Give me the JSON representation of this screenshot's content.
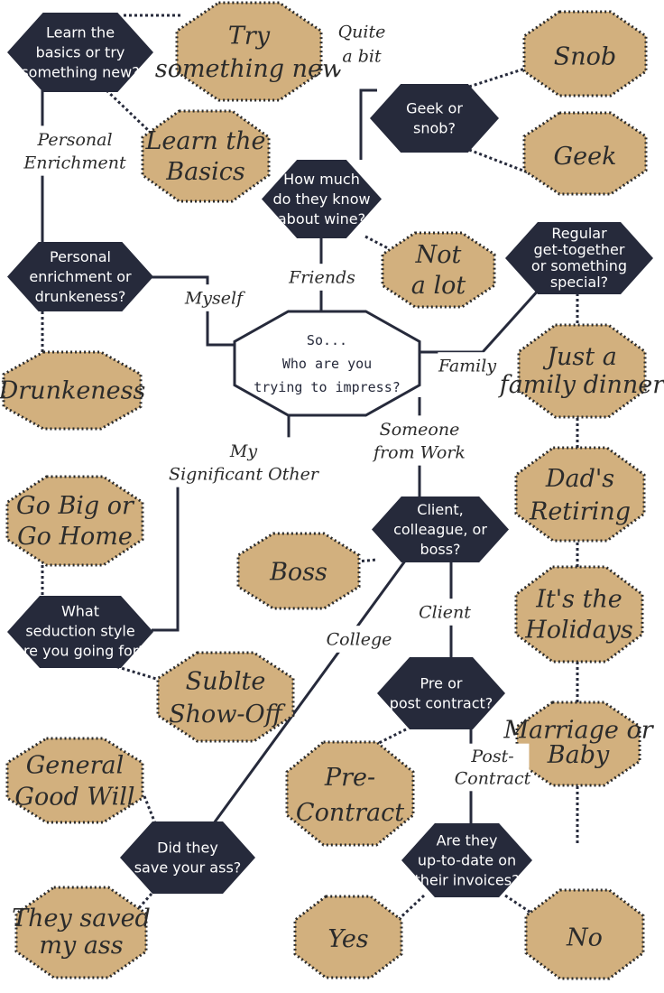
{
  "center": {
    "id": "start",
    "lines": [
      "So...",
      "Who are you",
      "trying to impress?"
    ]
  },
  "questions": [
    {
      "id": "basics",
      "lines": [
        "Learn the",
        "basics or try",
        "something new?"
      ]
    },
    {
      "id": "geek",
      "lines": [
        "Geek or",
        "snob?"
      ]
    },
    {
      "id": "knowwine",
      "lines": [
        "How much",
        "do they know",
        "about wine?"
      ]
    },
    {
      "id": "enrich",
      "lines": [
        "Personal",
        "enrichment or",
        "drunkeness?"
      ]
    },
    {
      "id": "family",
      "lines": [
        "Regular",
        "get-together",
        "or something",
        "special?"
      ]
    },
    {
      "id": "ccb",
      "lines": [
        "Client,",
        "colleague, or",
        "boss?"
      ]
    },
    {
      "id": "seduce",
      "lines": [
        "What",
        "seduction style",
        "are you going for?"
      ]
    },
    {
      "id": "contract",
      "lines": [
        "Pre or",
        "post contract?"
      ]
    },
    {
      "id": "saved",
      "lines": [
        "Did they",
        "save your ass?"
      ]
    },
    {
      "id": "invoices",
      "lines": [
        "Are they",
        "up-to-date on",
        "their invoices?"
      ]
    }
  ],
  "answers": [
    {
      "id": "trynew",
      "lines": [
        "Try",
        "something new"
      ]
    },
    {
      "id": "snob",
      "lines": [
        "Snob"
      ]
    },
    {
      "id": "learnbasics",
      "lines": [
        "Learn the",
        "Basics"
      ]
    },
    {
      "id": "geekans",
      "lines": [
        "Geek"
      ]
    },
    {
      "id": "notalot",
      "lines": [
        "Not",
        "a lot"
      ]
    },
    {
      "id": "familydinner",
      "lines": [
        "Just a",
        "family dinner"
      ]
    },
    {
      "id": "drunkeness",
      "lines": [
        "Drunkeness"
      ]
    },
    {
      "id": "gobig",
      "lines": [
        "Go Big or",
        "Go Home"
      ]
    },
    {
      "id": "dads",
      "lines": [
        "Dad's",
        "Retiring"
      ]
    },
    {
      "id": "boss",
      "lines": [
        "Boss"
      ]
    },
    {
      "id": "holidays",
      "lines": [
        "It's the",
        "Holidays"
      ]
    },
    {
      "id": "subtle",
      "lines": [
        "Sublte",
        "Show-Off"
      ]
    },
    {
      "id": "marriage",
      "lines": [
        "Marriage or",
        "Baby"
      ]
    },
    {
      "id": "precontract",
      "lines": [
        "Pre-",
        "Contract"
      ]
    },
    {
      "id": "goodwill",
      "lines": [
        "General",
        "Good Will"
      ]
    },
    {
      "id": "savedmyass",
      "lines": [
        "They saved",
        "my ass"
      ]
    },
    {
      "id": "yes",
      "lines": [
        "Yes"
      ]
    },
    {
      "id": "no",
      "lines": [
        "No"
      ]
    }
  ],
  "edge_labels": [
    {
      "id": "lbl-quite",
      "lines": [
        "Quite",
        "a bit"
      ]
    },
    {
      "id": "lbl-personal",
      "lines": [
        "Personal",
        "Enrichment"
      ]
    },
    {
      "id": "lbl-friends",
      "lines": [
        "Friends"
      ]
    },
    {
      "id": "lbl-myself",
      "lines": [
        "Myself"
      ]
    },
    {
      "id": "lbl-family",
      "lines": [
        "Family"
      ]
    },
    {
      "id": "lbl-work",
      "lines": [
        "Someone",
        "from Work"
      ]
    },
    {
      "id": "lbl-significant",
      "lines": [
        "My",
        "Significant Other"
      ]
    },
    {
      "id": "lbl-client",
      "lines": [
        "Client"
      ]
    },
    {
      "id": "lbl-college",
      "lines": [
        "College"
      ]
    },
    {
      "id": "lbl-post",
      "lines": [
        "Post-",
        "Contract"
      ]
    }
  ],
  "colors": {
    "node_dark": "#262a3b",
    "node_tan": "#d2b07e",
    "line": "#262a3b"
  }
}
